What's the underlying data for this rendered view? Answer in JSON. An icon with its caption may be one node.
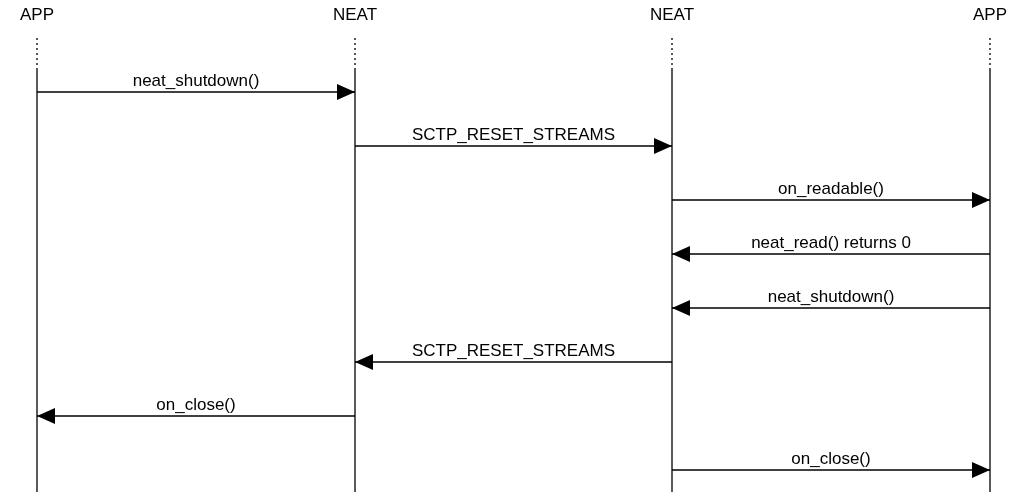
{
  "diagram": {
    "nodes": [
      {
        "text": [
          "APP"
        ]
      },
      {
        "text": [
          "NEAT"
        ]
      },
      {
        "text": [
          "NEAT"
        ]
      },
      {
        "text": [
          "APP"
        ]
      }
    ],
    "edges": [
      {
        "from": 0,
        "to": 1,
        "arrow": "to",
        "label": "neat_shutdown()"
      },
      {
        "from": 1,
        "to": 2,
        "arrow": "to",
        "label": "SCTP_RESET_STREAMS"
      },
      {
        "from": 2,
        "to": 3,
        "arrow": "to",
        "label": "on_readable()"
      },
      {
        "from": 3,
        "to": 2,
        "arrow": "to",
        "label": "neat_read() returns 0"
      },
      {
        "from": 3,
        "to": 2,
        "arrow": "to",
        "label": "neat_shutdown()"
      },
      {
        "from": 2,
        "to": 1,
        "arrow": "to",
        "label": "SCTP_RESET_STREAMS"
      },
      {
        "from": 1,
        "to": 0,
        "arrow": "to",
        "label": "on_close()"
      },
      {
        "from": 2,
        "to": 3,
        "arrow": "to",
        "label": "on_close()"
      }
    ]
  }
}
